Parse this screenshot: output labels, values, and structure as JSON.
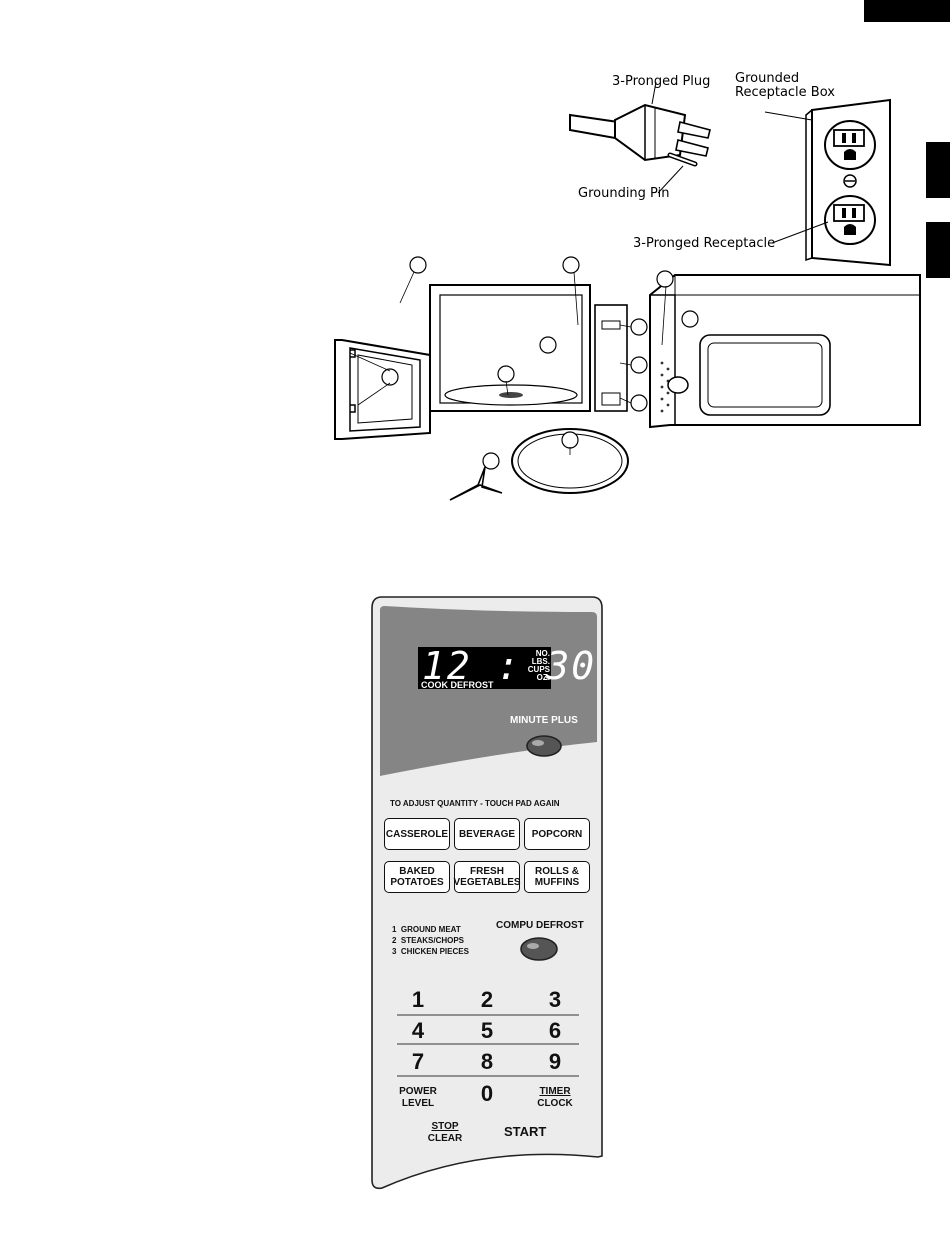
{
  "grounding_diagram": {
    "plug_label": "3-Pronged Plug",
    "box_label_line1": "Grounded",
    "box_label_line2": "Receptacle Box",
    "pin_label": "Grounding Pin",
    "receptacle_label": "3-Pronged Receptacle"
  },
  "control_panel": {
    "display": {
      "time": "12 : 30",
      "units": [
        "NO.",
        "LBS.",
        "CUPS",
        "OZ."
      ],
      "modes": "COOK DEFROST"
    },
    "minute_plus_label": "MINUTE PLUS",
    "instruction": "TO ADJUST QUANTITY - TOUCH PAD AGAIN",
    "sensor_pads": [
      "CASSEROLE",
      "BEVERAGE",
      "POPCORN",
      "BAKED\nPOTATOES",
      "FRESH\nVEGETABLES",
      "ROLLS &\nMUFFINS"
    ],
    "defrost_items": [
      "1  GROUND MEAT",
      "2  STEAKS/CHOPS",
      "3  CHICKEN PIECES"
    ],
    "compu_defrost_label": "COMPU DEFROST",
    "number_pads": [
      "1",
      "2",
      "3",
      "4",
      "5",
      "6",
      "7",
      "8",
      "9",
      "0"
    ],
    "power_level": [
      "POWER",
      "LEVEL"
    ],
    "timer_clock": [
      "TIMER",
      "CLOCK"
    ],
    "stop_clear": [
      "STOP",
      "CLEAR"
    ],
    "start_label": "START"
  },
  "colors": {
    "panel_top": "#858585",
    "panel_body": "#ededed",
    "lcd": "#000000",
    "oval_button": "#666666"
  }
}
